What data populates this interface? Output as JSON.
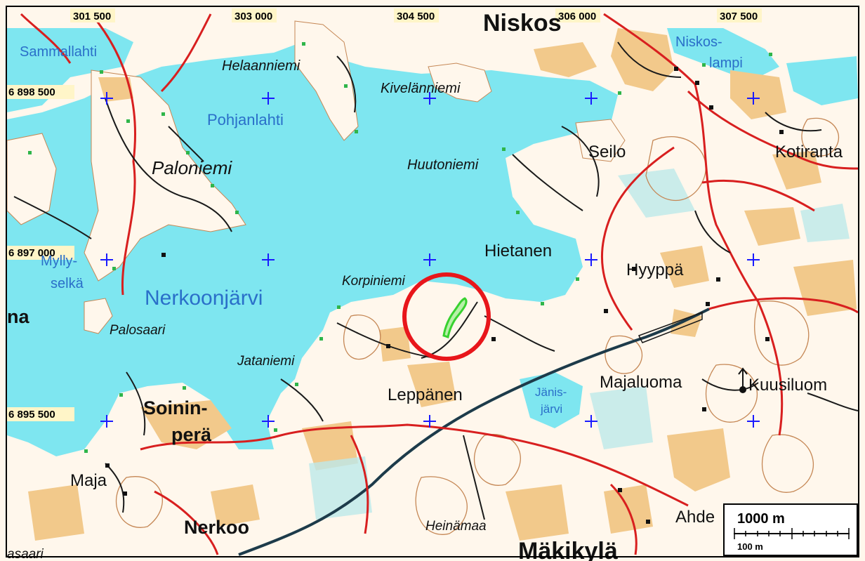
{
  "map": {
    "colors": {
      "land": "#fff7ec",
      "water": "#7ee6f0",
      "field": "#f2c98b",
      "road_main": "#d81f1f",
      "road_small": "#1a1a1a",
      "contour": "#c58755",
      "water_label": "#2a6fc9",
      "shore_dot": "#2fb54a",
      "marker_circle": "#e8161b",
      "marker_area": "#38d12f",
      "railway": "#1d3b4a",
      "grid_cross": "#1a1aff"
    },
    "coord_labels": {
      "x1": "301 500",
      "x2": "303 000",
      "x3": "304 500",
      "x4": "306 000",
      "x5": "307 500",
      "y1": "6 898 500",
      "y2": "6 897 000",
      "y3": "6 895 500"
    },
    "places": {
      "niskos": "Niskos",
      "seilo": "Seilo",
      "kotiranta": "Kotiranta",
      "hietanen": "Hietanen",
      "hyyppa": "Hyyppä",
      "majaluoma": "Majaluoma",
      "kuusiluoma": "Kuusiluom",
      "leppanen": "Leppänen",
      "soininpera_1": "Soinin-",
      "soininpera_2": "perä",
      "maja": "Maja",
      "nerkoo": "Nerkoo",
      "ahde": "Ahde",
      "makikyla": "Mäkikylä",
      "na": "na"
    },
    "terrain": {
      "helaanniemi": "Helaanniemi",
      "kivelanniemi": "Kivelänniemi",
      "paloniemi": "Paloniemi",
      "huutoniemi": "Huutoniemi",
      "korpiniemi": "Korpiniemi",
      "palosaari": "Palosaari",
      "jataniemi": "Jataniemi",
      "heinamaa": "Heinämaa",
      "asaari": "asaari"
    },
    "waters": {
      "sammallahti": "Sammallahti",
      "pohjanlahti": "Pohjanlahti",
      "nerkoonjarvi": "Nerkoonjärvi",
      "myllyselka_1": "Mylly-",
      "myllyselka_2": "selkä",
      "niskoslampi_1": "Niskos-",
      "niskoslampi_2": "lampi",
      "janisjarvi_1": "Jänis-",
      "janisjarvi_2": "järvi"
    },
    "scale_bar": {
      "major_label": "1000 m",
      "minor_label": "100 m"
    }
  }
}
